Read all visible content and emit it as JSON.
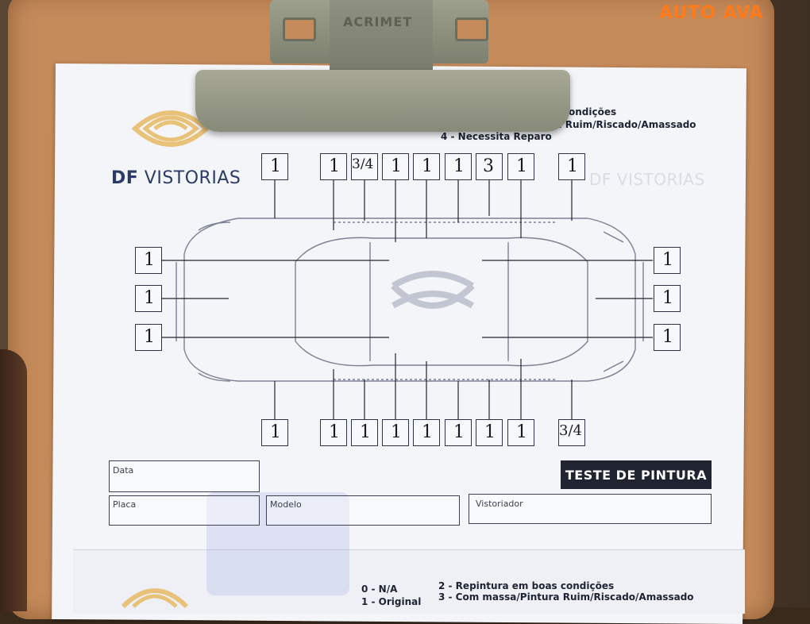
{
  "photo": {
    "watermark": "AUTO AVA",
    "clip_brand": "ACRIMET"
  },
  "form": {
    "brand_bold": "DF",
    "brand_rest": "VISTORIAS",
    "ghost_brand": "DF VISTORIAS",
    "legend_top": {
      "line1": "2 - Repintura em boas condições",
      "line2": "3 - Com massa/Pintura Ruim/Riscado/Amassado",
      "line3": "4 - Necessita Reparo"
    },
    "legend_bottom": {
      "left1": "0 - N/A",
      "left2": "1 - Original",
      "right1": "2 - Repintura em boas condições",
      "right2": "3 - Com massa/Pintura Ruim/Riscado/Amassado"
    },
    "fields": {
      "data_label": "Data",
      "placa_label": "Placa",
      "modelo_label": "Modelo",
      "vistoriador_label": "Vistoriador"
    },
    "badge": "TESTE DE PINTURA",
    "marks": {
      "top": [
        "1",
        "1",
        "3/4",
        "1",
        "1",
        "1",
        "3",
        "1",
        "1"
      ],
      "bottom": [
        "1",
        "1",
        "1",
        "1",
        "1",
        "1",
        "1",
        "1",
        "3/4"
      ],
      "left": [
        "1",
        "1",
        "1"
      ],
      "right": [
        "1",
        "1",
        "1"
      ]
    }
  }
}
